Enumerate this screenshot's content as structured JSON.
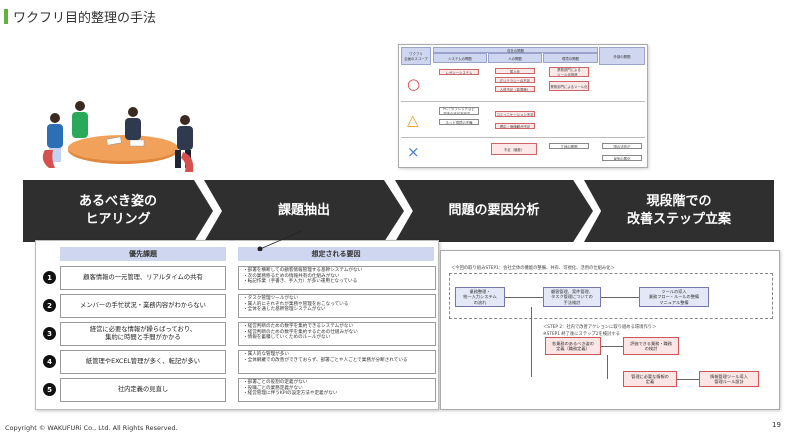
{
  "slide": {
    "title": "ワクフリ目的整理の手法",
    "copyright": "Copyright © WAKUFURi Co., Ltd. All Rights Reserved.",
    "page_number": "19",
    "accent_color": "#5eb33a"
  },
  "steps": [
    {
      "label": "あるべき姿の\nヒアリング"
    },
    {
      "label": "課題抽出"
    },
    {
      "label": "問題の要因分析"
    },
    {
      "label": "現段階での\n改善ステップ立案"
    }
  ],
  "issue_table": {
    "header_issue": "優先課題",
    "header_cause": "想定される要因",
    "rows": [
      {
        "num": "1",
        "issue": "顧客情報の一元管理、リアルタイムの共有",
        "causes": [
          "部署を横断しての顧客情報管理する基幹システムがない",
          "次の業務移るための情報共有の仕組みがない",
          "転記作業（手書き、手入力）が多い運用となっている"
        ]
      },
      {
        "num": "2",
        "issue": "メンバーの手忙状況・業務内容がわからない",
        "causes": [
          "タスク管理ツールがない",
          "属人的にそれぞれが業務や管理をおこなっている",
          "全体を通した基幹管理システムがない"
        ]
      },
      {
        "num": "3",
        "issue": "経営に必要な情報が繰らばっており、\n集約に時間と手間がかかる",
        "causes": [
          "経営判断のための数字を集約できるシステムがない",
          "経営判断のための数字を集約するための仕組みがない",
          "情報を蓄積していくためのルールがない"
        ]
      },
      {
        "num": "4",
        "issue": "紙管理やEXCEL管理が多く、転記が多い",
        "causes": [
          "属人的な管理が多い",
          "全体網羅での改善ができておらず、部署ごとや人ごとで業務が分断されている"
        ]
      },
      {
        "num": "5",
        "issue": "社内定義の見直し",
        "causes": [
          "部署ごとの役割の定義がない",
          "役職ごとの業務定義がない",
          "経営管理に伴うKPIの設定方法や定義がない"
        ]
      }
    ]
  },
  "matrix": {
    "corner": "ワクフリ\n企画のスコープ",
    "group_header": "自社の問題",
    "col_system": "システムの問題",
    "col_people": "人の問題",
    "col_env": "環境の問題",
    "col_external": "外部の問題",
    "cells": [
      "レガシーシステム",
      "属人化",
      "ITリテラシーの不足",
      "人材不足（影響度）",
      "業務部門による\nツール化推進",
      "業務部門によるツール化",
      "PC・タブレットなど\n端末の不足不安定",
      "ネット環境の不備",
      "コミュニケーション不足",
      "理由・価値観が不足",
      "不足（偏差）",
      "立地の問題",
      "国の法改正",
      "景気の悪化"
    ],
    "symbols": [
      "○",
      "△",
      "×"
    ]
  },
  "flow": {
    "step1_label": "＜今回の取り組みSTEP1：会社全体の機能の整備、共有、可視化、活用の仕組み化＞",
    "step2_label": "＜STEP 2：社内で改善アクションに取り組める環境作り＞",
    "step2_sub": "※STEP1 終了後にステップ2を検討する",
    "boxes": [
      "業務整理・\n統一入力システム\nの流れ",
      "顧客管理、案件管理、\nタスク管理についての\n手法検討",
      "ツールの導入\n業務フロー・ルールの整備\nマニュアル整備",
      "各業務のあるべき姿の\n定義（職務定義）",
      "評価できる業務・職務\nの検討",
      "管理に必要な情報の\n定義",
      "情報管理ツール導入\n管理ルール設計"
    ]
  }
}
